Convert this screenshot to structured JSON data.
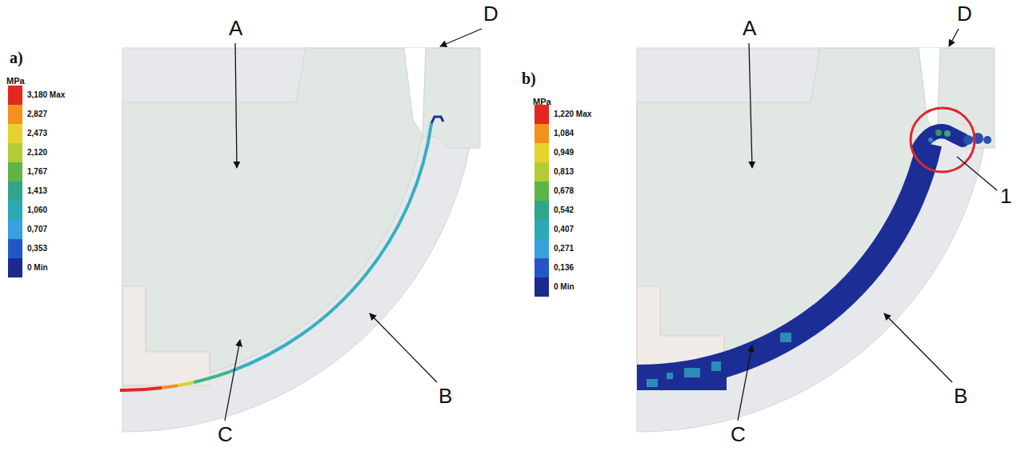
{
  "diagram": {
    "labels": [
      "a)",
      "MPa",
      "A",
      "D",
      "B",
      "C",
      "b)",
      "MPa",
      "A",
      "D",
      "1",
      "B",
      "C"
    ],
    "legend": [
      {
        "text": "3,180 Max",
        "color": "#e3261f"
      },
      {
        "text": "2,827",
        "color": "#f2921d"
      },
      {
        "text": "2,473",
        "color": "#e6d22b"
      },
      {
        "text": "2,120",
        "color": "#b2cc33"
      },
      {
        "text": "1,767",
        "color": "#5fb447"
      },
      {
        "text": "1,413",
        "color": "#2fa58a"
      },
      {
        "text": "1,060",
        "color": "#2ba9b6"
      },
      {
        "text": "0,707",
        "color": "#39a0e0"
      },
      {
        "text": "0,353",
        "color": "#2457c6"
      },
      {
        "text": "0 Min",
        "color": "#1b2a8f"
      },
      {
        "text": "1,220 Max",
        "color": "#e3261f"
      },
      {
        "text": "1,084",
        "color": "#f2921d"
      },
      {
        "text": "0,949",
        "color": "#e6d22b"
      },
      {
        "text": "0,813",
        "color": "#b2cc33"
      },
      {
        "text": "0,678",
        "color": "#5fb447"
      },
      {
        "text": "0,542",
        "color": "#2fa58a"
      },
      {
        "text": "0,407",
        "color": "#2ba9b6"
      },
      {
        "text": "0,271",
        "color": "#39a0e0"
      },
      {
        "text": "0,136",
        "color": "#2457c6"
      },
      {
        "text": "0 Min",
        "color": "#1b2a8f"
      }
    ]
  }
}
